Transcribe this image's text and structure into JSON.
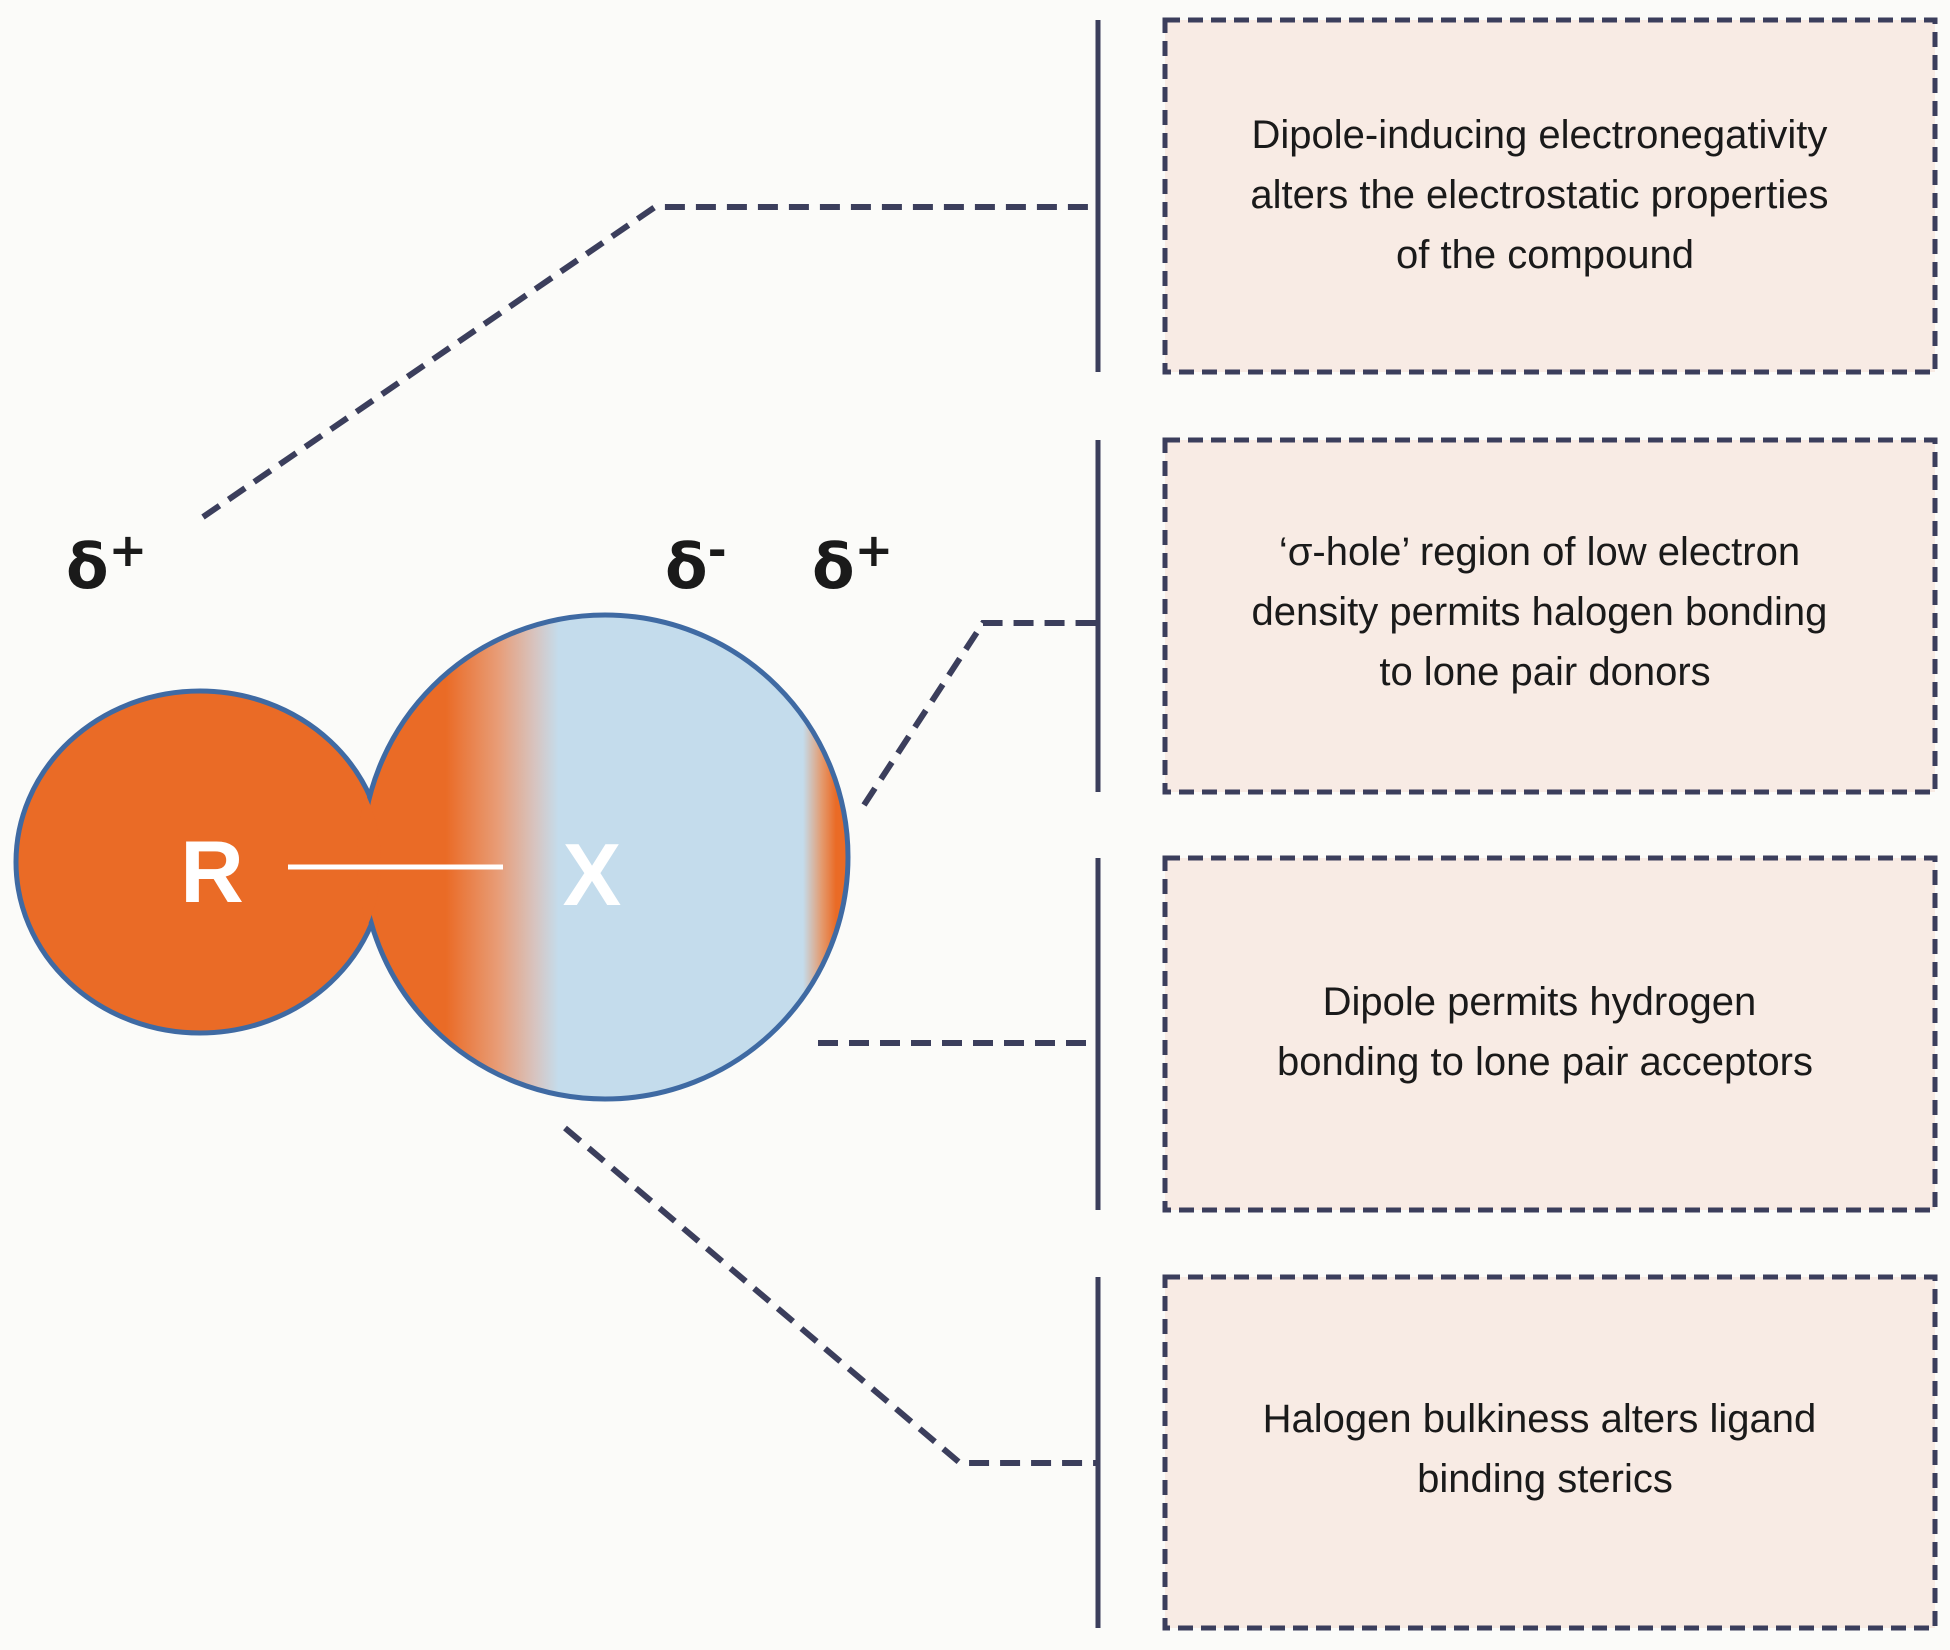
{
  "colors": {
    "positive": "#ea6b26",
    "negative": "#c4dcec",
    "outline": "#3f6aa3",
    "connector": "#3b3e5c",
    "box_fill": "#f8ebe4"
  },
  "charges": {
    "left_plus": "δ+",
    "mid_minus": "δ-",
    "right_plus": "δ+"
  },
  "atoms": {
    "r": "R",
    "x": "X"
  },
  "boxes": [
    {
      "lines": [
        "Dipole-inducing electronegativity",
        "alters the electrostatic properties",
        "of the compound"
      ]
    },
    {
      "lines": [
        "‘σ-hole’ region of low electron",
        "density permits halogen bonding",
        "to lone pair donors"
      ]
    },
    {
      "lines": [
        "Dipole permits hydrogen",
        "bonding to lone pair acceptors"
      ]
    },
    {
      "lines": [
        "Halogen bulkiness alters ligand",
        "binding sterics"
      ]
    }
  ]
}
